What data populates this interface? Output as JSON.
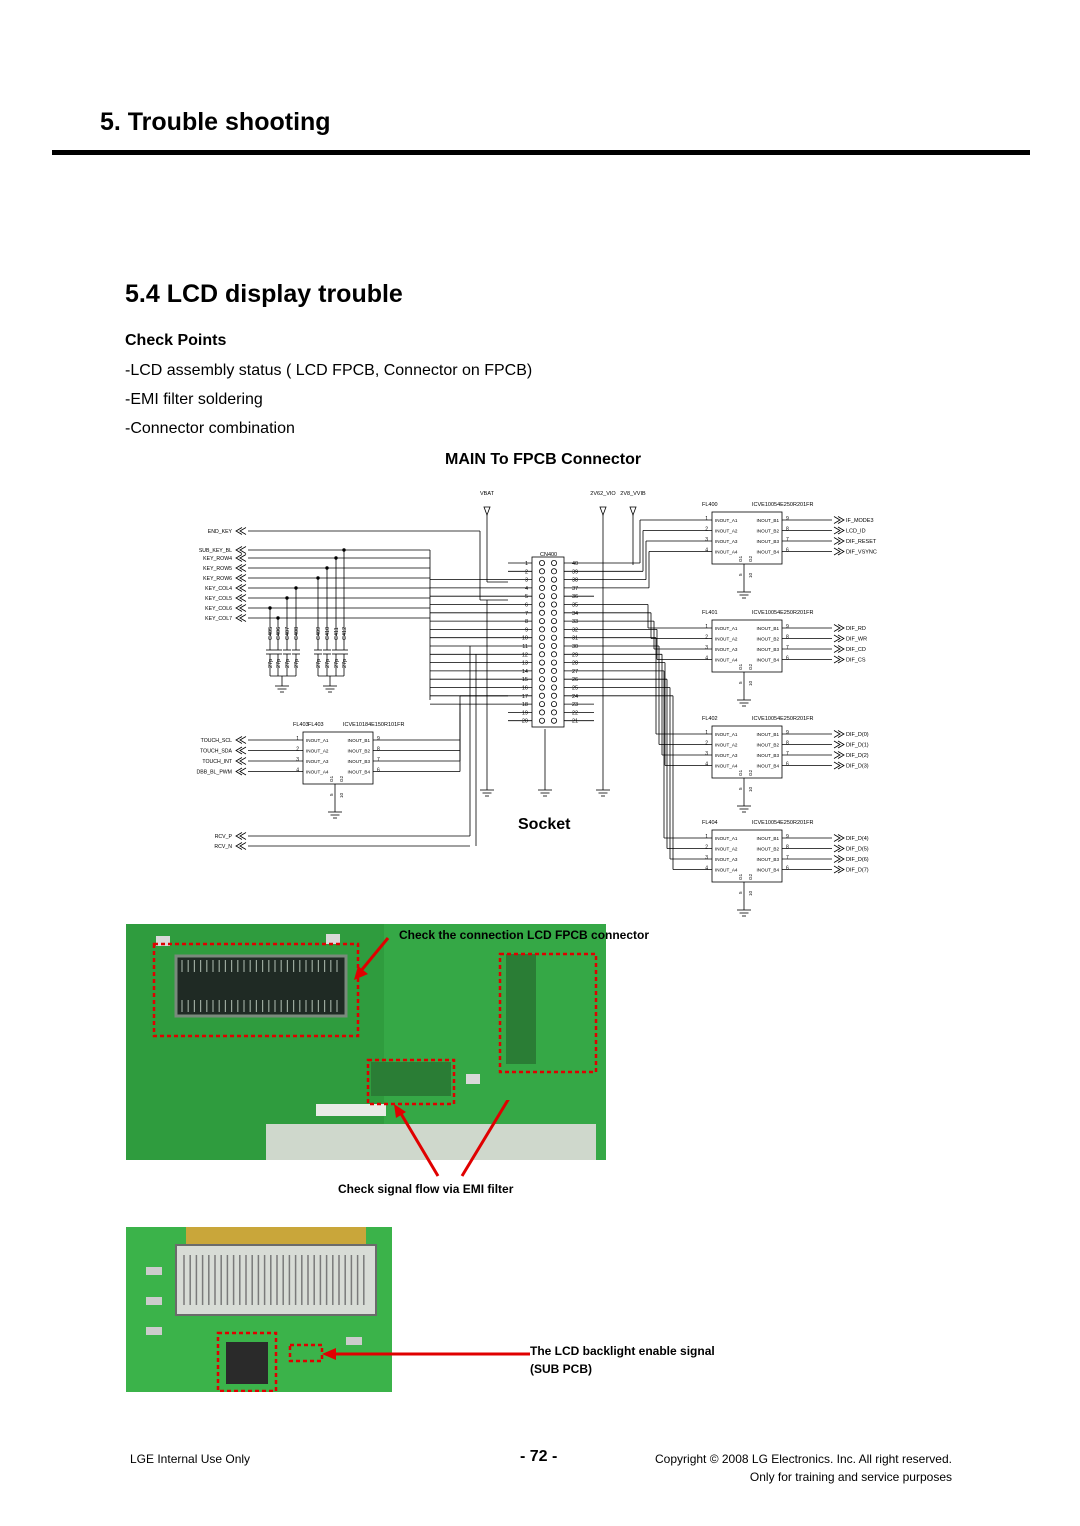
{
  "header": {
    "section_title": "5. Trouble shooting",
    "subsection_title": "5.4 LCD display trouble"
  },
  "check_points": {
    "heading": "Check Points",
    "items": [
      "-LCD assembly status ( LCD FPCB, Connector on FPCB)",
      "-EMI filter soldering",
      "-Connector combination"
    ]
  },
  "diagram": {
    "title": "MAIN To FPCB Connector",
    "power_labels": [
      "VBAT",
      "2V62_VIO",
      "2V8_VVIB"
    ],
    "connector": {
      "ref": "CN400",
      "left_pins": [
        "1",
        "2",
        "3",
        "4",
        "5",
        "6",
        "7",
        "8",
        "9",
        "10",
        "11",
        "12",
        "13",
        "14",
        "15",
        "16",
        "17",
        "18",
        "19",
        "20"
      ],
      "right_pins": [
        "40",
        "39",
        "38",
        "37",
        "36",
        "35",
        "34",
        "33",
        "32",
        "31",
        "30",
        "29",
        "28",
        "27",
        "26",
        "25",
        "24",
        "23",
        "22",
        "21"
      ]
    },
    "socket_label": "Socket",
    "left_nets": [
      "END_KEY",
      "SUB_KEY_BL",
      "KEY_ROW4",
      "KEY_ROW5",
      "KEY_ROW6",
      "KEY_COL4",
      "KEY_COL5",
      "KEY_COL6",
      "KEY_COL7"
    ],
    "capacitors": [
      {
        "ref": "C405",
        "value": "27p"
      },
      {
        "ref": "C406",
        "value": "27p"
      },
      {
        "ref": "C407",
        "value": "27p"
      },
      {
        "ref": "C408",
        "value": "27p"
      },
      {
        "ref": "C409",
        "value": "27p"
      },
      {
        "ref": "C410",
        "value": "27p"
      },
      {
        "ref": "C411",
        "value": "27p"
      },
      {
        "ref": "C412",
        "value": "27p"
      }
    ],
    "fl403": {
      "ref": "FL403",
      "part": "ICVE10184E150R101FR",
      "nets": [
        "TOUCH_SCL",
        "TOUCH_SDA",
        "TOUCH_INT",
        "DBB_BL_PWM"
      ]
    },
    "rcv_nets": [
      "RCV_P",
      "RCV_N"
    ],
    "filter_pins": {
      "left_numbers": [
        "1",
        "2",
        "3",
        "4"
      ],
      "right_numbers": [
        "9",
        "8",
        "7",
        "6"
      ],
      "rows": [
        [
          "INOUT_A1",
          "INOUT_B1"
        ],
        [
          "INOUT_A2",
          "INOUT_B2"
        ],
        [
          "INOUT_A3",
          "INOUT_B3"
        ],
        [
          "INOUT_A4",
          "INOUT_B4"
        ]
      ],
      "ground_pins": [
        "G1",
        "G2",
        "5",
        "10"
      ]
    },
    "filters": [
      {
        "ref": "FL400",
        "part": "ICVE10054E250R201FR",
        "nets": [
          "IF_MODE3",
          "LCD_ID",
          "DIF_RESET",
          "DIF_VSYNC"
        ]
      },
      {
        "ref": "FL401",
        "part": "ICVE10054E250R201FR",
        "nets": [
          "DIF_RD",
          "DIF_WR",
          "DIF_CD",
          "DIF_CS"
        ]
      },
      {
        "ref": "FL402",
        "part": "ICVE10054E250R201FR",
        "nets": [
          "DIF_D(0)",
          "DIF_D(1)",
          "DIF_D(2)",
          "DIF_D(3)"
        ]
      },
      {
        "ref": "FL404",
        "part": "ICVE10054E250R201FR",
        "nets": [
          "DIF_D(4)",
          "DIF_D(5)",
          "DIF_D(6)",
          "DIF_D(7)"
        ]
      }
    ]
  },
  "photos": {
    "caption_connector": "Check the connection LCD FPCB connector",
    "caption_emi": "Check signal flow via EMI filter",
    "caption_backlight_1": "The LCD backlight enable signal",
    "caption_backlight_2": "(SUB PCB)"
  },
  "footer": {
    "left": "LGE Internal Use Only",
    "page": "- 72 -",
    "copyright": "Copyright © 2008 LG Electronics. Inc.  All right reserved.",
    "purpose": "Only for training and service purposes"
  },
  "colors": {
    "pcb_green": "#2e9a3c",
    "pcb_light": "#46c05a",
    "marker_red": "#e00000"
  }
}
